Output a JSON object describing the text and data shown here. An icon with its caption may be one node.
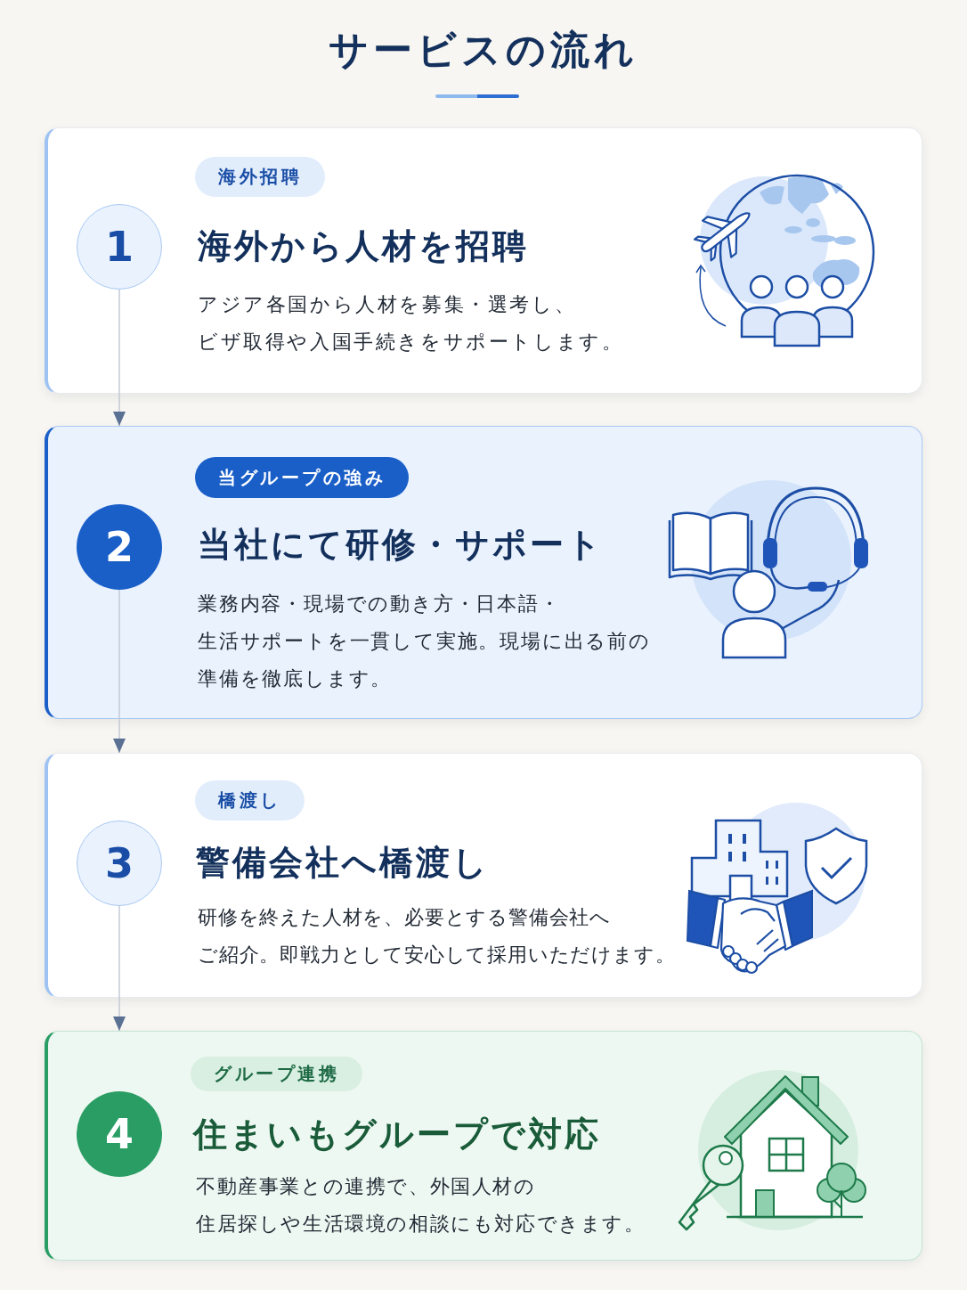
{
  "diagram": {
    "title": "サービスの流れ",
    "nodes": [
      {
        "text": [
          "海外から人材を招聘",
          "アジア各国から人材を募集・選考し、ビザ取得や入国手続きをサポートします。"
        ]
      },
      {
        "text": [
          "海外招聘"
        ],
        "in": 0
      },
      {
        "text": [
          "1"
        ],
        "in": 0
      },
      {
        "text": [
          "当社にて研修・サポート",
          "業務内容・現場での動き方・日本語・生活サポートを一貫して実施。現場に出る前の準備を徹底します。"
        ]
      },
      {
        "text": [
          "当グループの強み"
        ],
        "in": 3
      },
      {
        "text": [
          "2"
        ],
        "in": 3
      },
      {
        "text": [
          "警備会社へ橋渡し",
          "研修を終えた人材を、必要とする警備会社へご紹介。即戦力として安心して採用いただけます。"
        ]
      },
      {
        "text": [
          "橋渡し"
        ],
        "in": 6
      },
      {
        "text": [
          "3"
        ],
        "in": 6
      },
      {
        "text": [
          "住まいもグループで対応",
          "不動産事業との連携で、外国人材の住居探しや生活環境の相談にも対応できます。"
        ]
      },
      {
        "text": [
          "グループ連携"
        ],
        "in": 9
      },
      {
        "text": [
          "4"
        ],
        "in": 9
      }
    ],
    "edges": [
      {
        "from": 2,
        "to": 3,
        "arrow": "to"
      },
      {
        "from": 5,
        "to": 6,
        "arrow": "to"
      },
      {
        "from": 8,
        "to": 9,
        "arrow": "to"
      }
    ]
  }
}
